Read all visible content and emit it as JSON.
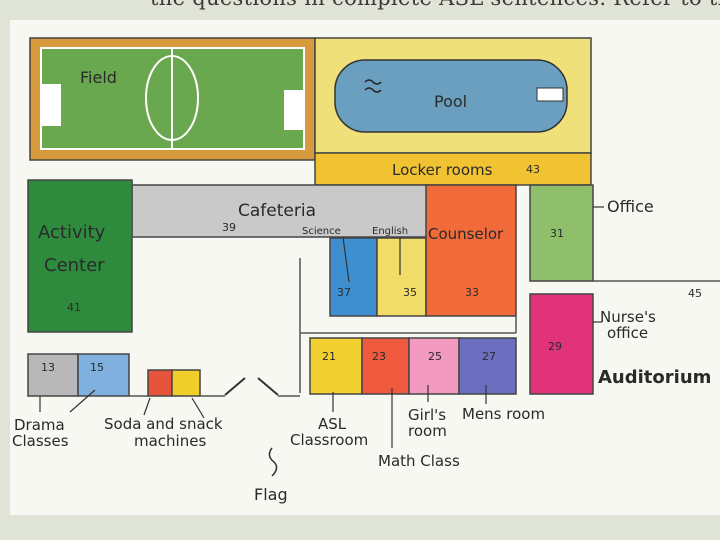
{
  "header_text": "the questions in complete ASL sentences. Refer to the",
  "map": {
    "field": "Field",
    "pool": "Pool",
    "locker_rooms": "Locker rooms",
    "locker_rooms_num": "43",
    "cafeteria": "Cafeteria",
    "cafeteria_num": "39",
    "activity_center_line1": "Activity",
    "activity_center_line2": "Center",
    "activity_center_num": "41",
    "counselor": "Counselor",
    "counselor_num": "33",
    "science": "Science",
    "science_num": "37",
    "english": "English",
    "english_num": "35",
    "office_label": "Office",
    "office_num": "31",
    "nurse_line1": "Nurse's",
    "nurse_line2": "office",
    "nurse_num": "29",
    "auditorium": "Auditorium",
    "room_45_num": "45",
    "room_13_num": "13",
    "room_15_num": "15",
    "drama_line1": "Drama",
    "drama_line2": "Classes",
    "soda_line1": "Soda and snack",
    "soda_line2": "machines",
    "room_21_num": "21",
    "room_23_num": "23",
    "room_25_num": "25",
    "room_27_num": "27",
    "asl_line1": "ASL",
    "asl_line2": "Classroom",
    "girls_line1": "Girl's",
    "girls_line2": "room",
    "mens_room": "Mens room",
    "math_class": "Math Class",
    "flag": "Flag"
  },
  "colors": {
    "field": "#6aa84f",
    "field_border": "#d79a3c",
    "pool_area": "#efe07a",
    "pool_water": "#6a9fbf",
    "locker": "#f1c232",
    "cafeteria": "#c9c9c9",
    "activity": "#2e8b3e",
    "counselor": "#f06a3a",
    "science": "#3d8fd0",
    "english": "#f2dc6a",
    "office": "#8fbf6a",
    "nurse": "#e0337a",
    "drama": "#b8b8b8",
    "room15": "#7fb0e0",
    "soda_red": "#e5533a",
    "soda_yellow": "#f0cf2a",
    "r21": "#f2d030",
    "r23": "#ef5a3e",
    "r25": "#f39ac0",
    "r27": "#6c6fc0"
  }
}
